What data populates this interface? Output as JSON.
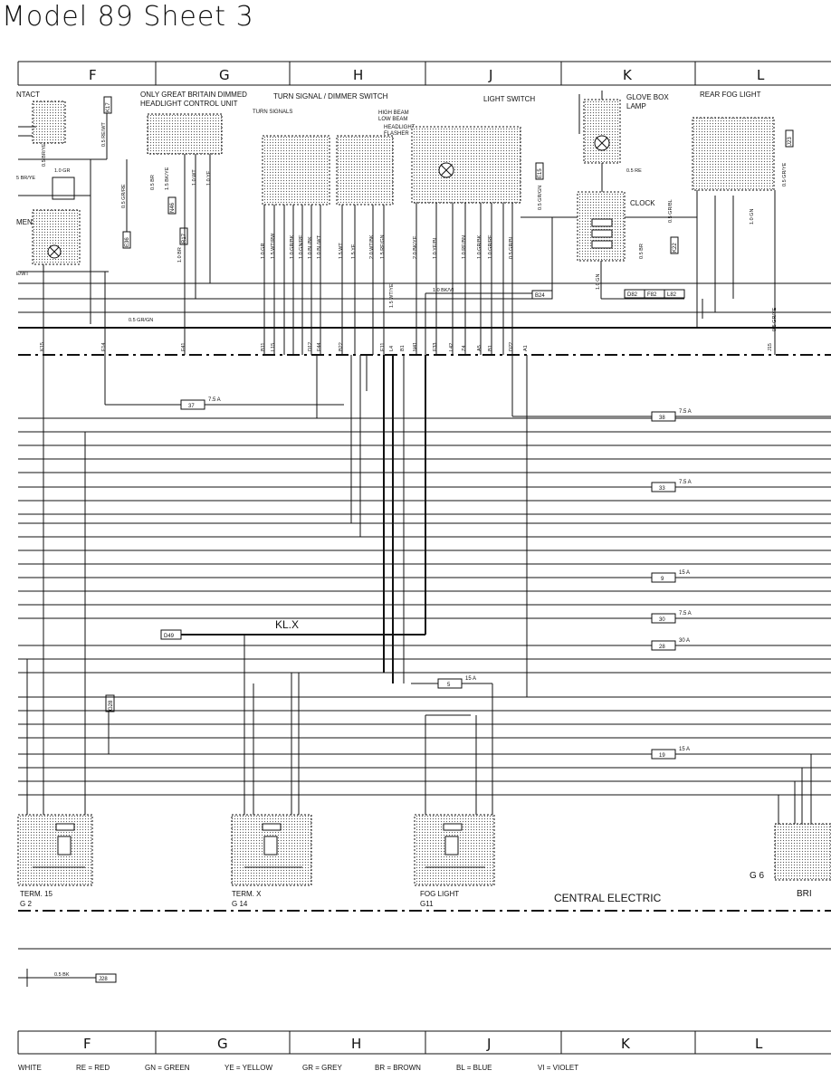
{
  "title": "Model 89  Sheet 3",
  "columns": [
    "F",
    "G",
    "H",
    "J",
    "K",
    "L"
  ],
  "components": {
    "contact": "NTACT",
    "gb_unit": [
      "ONLY GREAT BRITAIN DIMMED",
      "HEADLIGHT CONTROL UNIT"
    ],
    "turn_signal": "TURN SIGNAL / DIMMER SWITCH",
    "turn_signals": "TURN SIGNALS",
    "high_beam": "HIGH BEAM",
    "low_beam": "LOW BEAM",
    "headlight": "HEADLIGHT",
    "flasher": "FLASHER",
    "light_switch": "LIGHT SWITCH",
    "glove_box": [
      "GLOVE BOX",
      "LAMP"
    ],
    "rear_fog": "REAR FOG LIGHT",
    "clock": "CLOCK",
    "instrument": "MENT",
    "kl_x": "KL.X",
    "central_electric": "CENTRAL ELECTRIC",
    "g6": "G 6",
    "bri": "BRI"
  },
  "relays": [
    {
      "name": "TERM. 15",
      "code": "G 2"
    },
    {
      "name": "TERM. X",
      "code": "G 14"
    },
    {
      "name": "FOG LIGHT",
      "code": "G11"
    }
  ],
  "fuses": [
    {
      "num": "37",
      "rating": "7.5 A"
    },
    {
      "num": "38",
      "rating": "7.5 A"
    },
    {
      "num": "33",
      "rating": "7.5 A"
    },
    {
      "num": "9",
      "rating": "15 A"
    },
    {
      "num": "30",
      "rating": "7.5 A"
    },
    {
      "num": "28",
      "rating": "30 A"
    },
    {
      "num": "5",
      "rating": "15 A"
    },
    {
      "num": "19",
      "rating": "15 A"
    }
  ],
  "connectors": {
    "d49": "D49",
    "b24": "B24",
    "j28": "J28",
    "g28": "G28",
    "e36": "E36",
    "n46": "N46",
    "r17": "R17",
    "e15": "E15",
    "k22": "K22",
    "j23": "J23",
    "d82": "D82",
    "f82": "F82",
    "l82": "L82",
    "k17": "K17"
  },
  "bus_pins": [
    "K15",
    "F14",
    "F41",
    "B11",
    "L15",
    "D12",
    "F44",
    "B22",
    "E11",
    "L4",
    "B1",
    "N41",
    "F33",
    "L42",
    "Z4",
    "A5",
    "B1",
    "D22",
    "A1",
    "J15"
  ],
  "wire_labels": [
    "1.0 GR",
    "1.5 WT/RW",
    "1.0 GR/BK",
    "1.0 GN/RE",
    "1.0 BL/BK",
    "1.0 BL/WT",
    "1.5 WT",
    "1.5 YE",
    "2.0 WT/BK",
    "1.5 RE/GN",
    "2.0 BK/YE",
    "1.0 YE/BL",
    "1.0 RE/BN",
    "1.0 GR/BK",
    "1.0 GR/RE",
    "0.5 GR/BL",
    "0.5 GR/RE",
    "0.5 BR",
    "0.5 GR/GN",
    "0.5 RE",
    "0.5 GR/BL",
    "0.5 BR",
    "1.0 GN",
    "0.5 GR/YE",
    "0.5 BK",
    "0.5 BR/YE",
    "0.5 RE/WT",
    "1.5 BK/YE",
    "1.0 WT",
    "1.0 YE",
    "1.0 BR",
    "1.5 WT/YE",
    "1.0 BK/VI",
    "0.5 GR/GN",
    "0.5 GR/YE",
    "E/WT",
    "5 BR/YE",
    "1.0 GR",
    "1.0 GN"
  ],
  "legend": [
    "WHITE",
    "RE = RED",
    "GN = GREEN",
    "YE = YELLOW",
    "GR = GREY",
    "BR = BROWN",
    "BL = BLUE",
    "VI = VIOLET"
  ]
}
